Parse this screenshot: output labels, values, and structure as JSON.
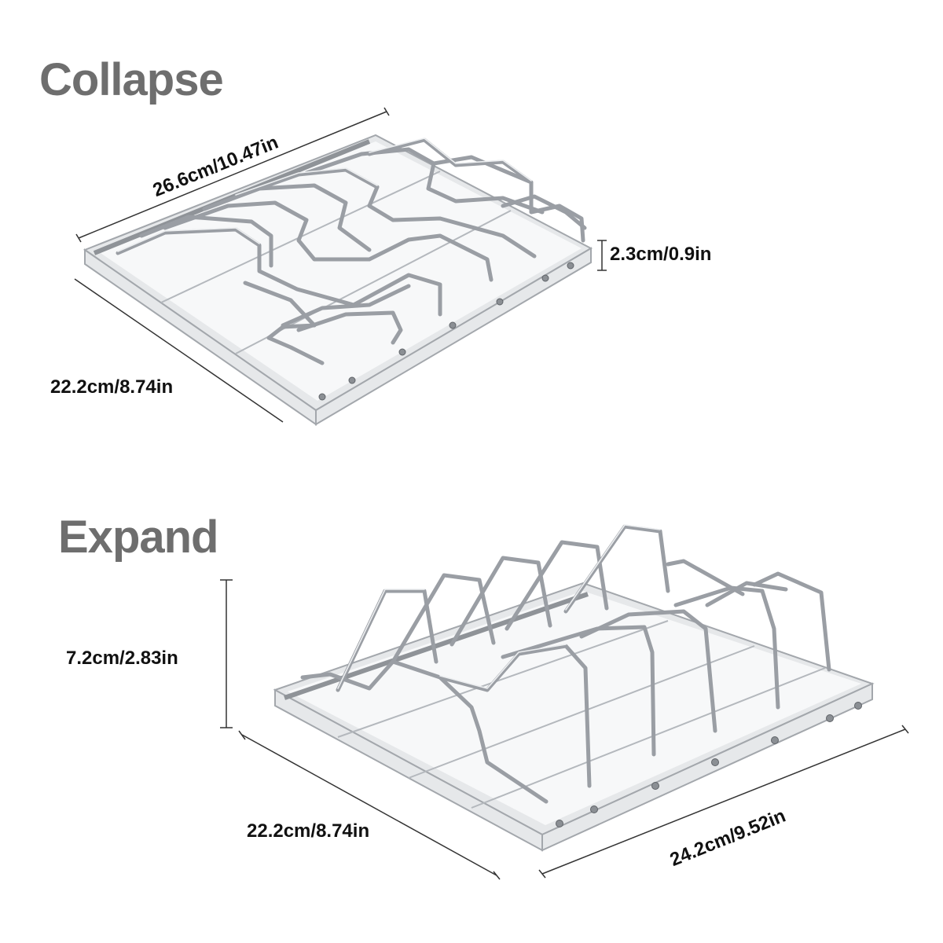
{
  "collapse": {
    "heading": "Collapse",
    "length_label": "26.6cm/10.47in",
    "width_label": "22.2cm/8.74in",
    "height_label": "2.3cm/0.9in"
  },
  "expand": {
    "heading": "Expand",
    "height_label": "7.2cm/2.83in",
    "width_label": "22.2cm/8.74in",
    "length_label": "24.2cm/9.52in"
  },
  "colors": {
    "heading": "#6e6e6e",
    "dimension_text": "#111111",
    "steel": "#9a9ea4"
  }
}
